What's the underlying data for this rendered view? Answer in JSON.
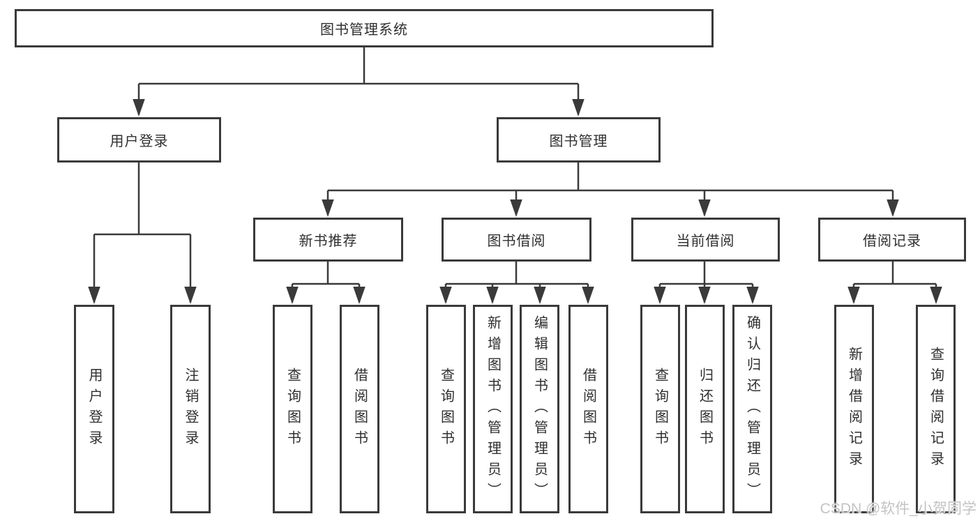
{
  "diagram": {
    "type": "tree",
    "root": {
      "label": "图书管理系统",
      "children": [
        {
          "label": "用户登录",
          "children": [
            {
              "label": "用户登录"
            },
            {
              "label": "注销登录"
            }
          ]
        },
        {
          "label": "图书管理",
          "children": [
            {
              "label": "新书推荐",
              "children": [
                {
                  "label": "查询图书"
                },
                {
                  "label": "借阅图书"
                }
              ]
            },
            {
              "label": "图书借阅",
              "children": [
                {
                  "label": "查询图书"
                },
                {
                  "label": "新增图书（管理员）"
                },
                {
                  "label": "编辑图书（管理员）"
                },
                {
                  "label": "借阅图书"
                }
              ]
            },
            {
              "label": "当前借阅",
              "children": [
                {
                  "label": "查询图书"
                },
                {
                  "label": "归还图书"
                },
                {
                  "label": "确认归还（管理员）"
                }
              ]
            },
            {
              "label": "借阅记录",
              "children": [
                {
                  "label": "新增借阅记录"
                },
                {
                  "label": "查询借阅记录"
                }
              ]
            }
          ]
        }
      ]
    }
  },
  "watermark": {
    "text": "CSDN @软件_小贺同学"
  },
  "colors": {
    "line": "#3a3a3a",
    "box_border": "#3a3a3a",
    "text": "#2f2f2f",
    "background": "#ffffff",
    "watermark": "#c3c3c3"
  }
}
